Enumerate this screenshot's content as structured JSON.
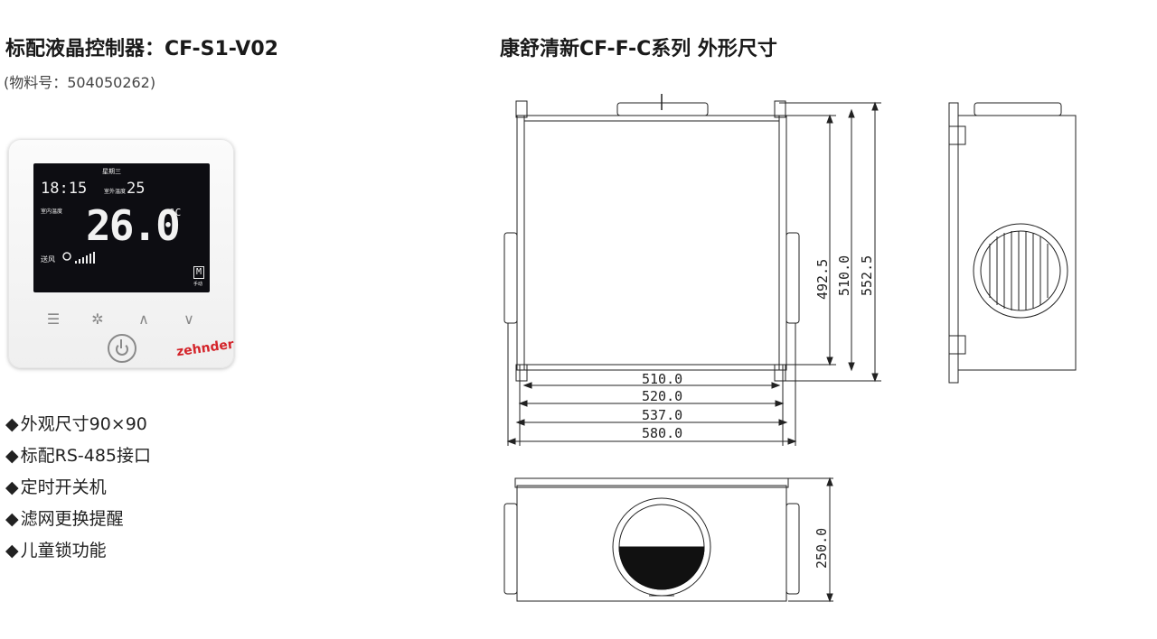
{
  "left": {
    "title": "标配液晶控制器：CF-S1-V02",
    "part_number": "(物料号：504050262)",
    "features": [
      "外观尺寸90×90",
      "标配RS-485接口",
      "定时开关机",
      "滤网更换提醒",
      "儿童锁功能"
    ]
  },
  "device": {
    "screen": {
      "weekday": "星期三",
      "time": "18:15",
      "outdoor_label": "室外温度",
      "outdoor_temp": "25",
      "indoor_label": "室内温度",
      "main_temp": "26.0",
      "unit": "°C",
      "fan_label": "送风",
      "mode_letter": "M",
      "mode_label": "手动"
    },
    "brand": "zehnder",
    "brand_color": "#d4242a",
    "buttons": [
      "menu-icon",
      "fan-icon",
      "up-icon",
      "down-icon",
      "power-icon"
    ]
  },
  "right": {
    "title": "康舒清新CF-F-C系列 外形尺寸",
    "dims_width": [
      "510.0",
      "520.0",
      "537.0",
      "580.0"
    ],
    "dims_height": [
      "492.5",
      "510.0",
      "552.5"
    ],
    "dim_depth": "250.0"
  }
}
